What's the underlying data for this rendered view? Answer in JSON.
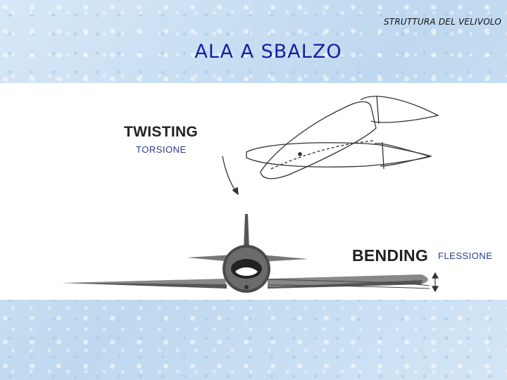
{
  "header": {
    "label": "STRUTTURA DEL VELIVOLO"
  },
  "slide": {
    "title": "ALA A SBALZO"
  },
  "figure": {
    "twisting_label": "TWISTING",
    "torsione_label": "TORSIONE",
    "bending_label": "BENDING",
    "flessione_label": "FLESSIONE",
    "icons": [
      "twist-arrow-icon",
      "wing-airfoil-sketch",
      "airplane-front-view",
      "bending-arrow-icon"
    ]
  },
  "colors": {
    "title": "#1420a0",
    "label_blue": "#2c3a8c",
    "background": "#cfe3f4"
  }
}
